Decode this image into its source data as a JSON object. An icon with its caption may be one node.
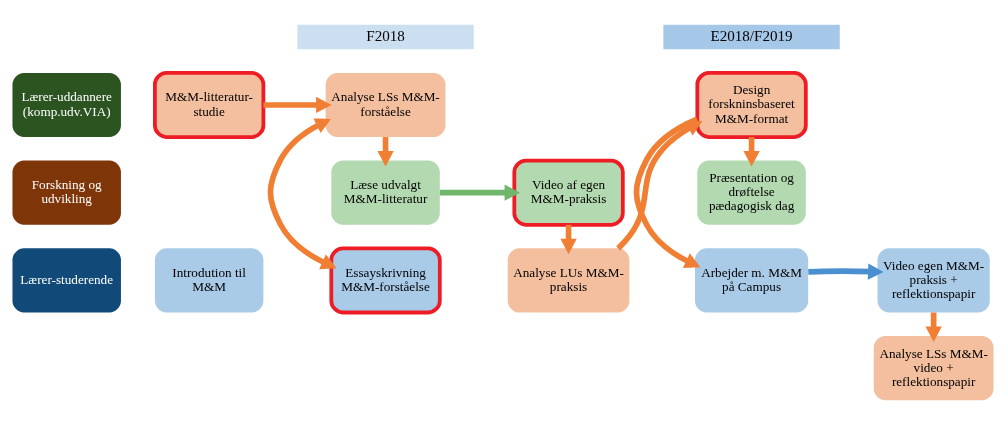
{
  "diagram": {
    "nodes": [
      {
        "text": [
          "Lærer-studerende"
        ]
      },
      {
        "text": [
          "Introdution til M&M"
        ]
      },
      {
        "text": [
          "Essayskrivning M&M-forståelse"
        ]
      },
      {
        "text": [
          "Arbejder m. M&M på Campus"
        ]
      },
      {
        "text": [
          "Video egen M&M-praksis + reflektionspapir"
        ]
      },
      {
        "text": [
          "Forskning og udvikling"
        ]
      },
      {
        "text": [
          "M&M-litteratur-studie"
        ]
      },
      {
        "text": [
          "Analyse LSs M&M-forståelse"
        ]
      },
      {
        "text": [
          "Analyse LUs M&M-praksis"
        ]
      },
      {
        "text": [
          "Design forskninsbaseret M&M-format"
        ]
      },
      {
        "text": [
          "Analyse LSs M&M-video + reflektionspapir"
        ]
      },
      {
        "text": [
          "Lærer-uddannere (komp.udv.VIA)"
        ]
      },
      {
        "text": [
          "Læse udvalgt M&M-litteratur"
        ]
      },
      {
        "text": [
          "Video af egen M&M-praksis"
        ]
      },
      {
        "text": [
          "Præsentation og drøftelse pædagogisk dag"
        ]
      },
      {
        "text": [
          "F2018"
        ]
      },
      {
        "text": [
          "E2018/F2019"
        ]
      }
    ],
    "edges": [
      {
        "from": 6,
        "to": 7,
        "arrow": "to"
      },
      {
        "from": 7,
        "to": 2,
        "arrow": "both"
      },
      {
        "from": 7,
        "to": 12,
        "arrow": "to"
      },
      {
        "from": 12,
        "to": 13,
        "arrow": "to",
        "color": "#70b76c"
      },
      {
        "from": 13,
        "to": 8,
        "arrow": "to"
      },
      {
        "from": 8,
        "to": 9,
        "arrow": "to"
      },
      {
        "from": 9,
        "to": 3,
        "arrow": "to"
      },
      {
        "from": 9,
        "to": 14,
        "arrow": "to"
      },
      {
        "from": 3,
        "to": 4,
        "arrow": "to",
        "color": "#4a90d0"
      },
      {
        "from": 4,
        "to": 10,
        "arrow": "to"
      }
    ]
  }
}
